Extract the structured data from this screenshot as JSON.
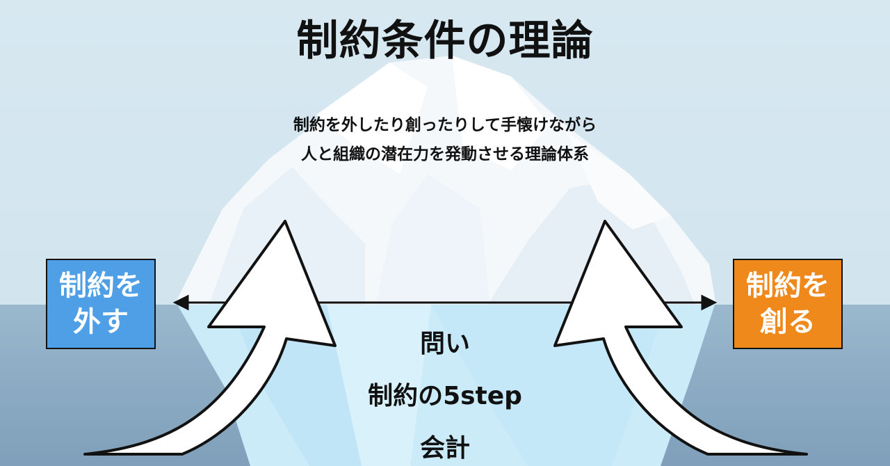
{
  "title": "制約条件の理論",
  "subtitle": {
    "line1": "制約を外したり創ったりして手懐けながら",
    "line2": "人と組織の潜在力を発動させる理論体系"
  },
  "left_box": {
    "line1": "制約を",
    "line2": "外す",
    "color": "#4e9fe5"
  },
  "right_box": {
    "line1": "制約を",
    "line2": "創る",
    "color": "#f0891b"
  },
  "core": {
    "item1": "問い",
    "item2": "制約の5step",
    "item3": "会計"
  },
  "icons": {
    "background": "iceberg-icon",
    "left_arrow": "curved-arrow-icon",
    "right_arrow": "curved-arrow-icon",
    "axis": "double-arrow-icon"
  },
  "colors": {
    "sky": "#cfe3ee",
    "water": "#8fb1c9",
    "iceberg_light": "#ffffff",
    "iceberg_shadow": "#e5eef6",
    "outline": "#121212"
  }
}
